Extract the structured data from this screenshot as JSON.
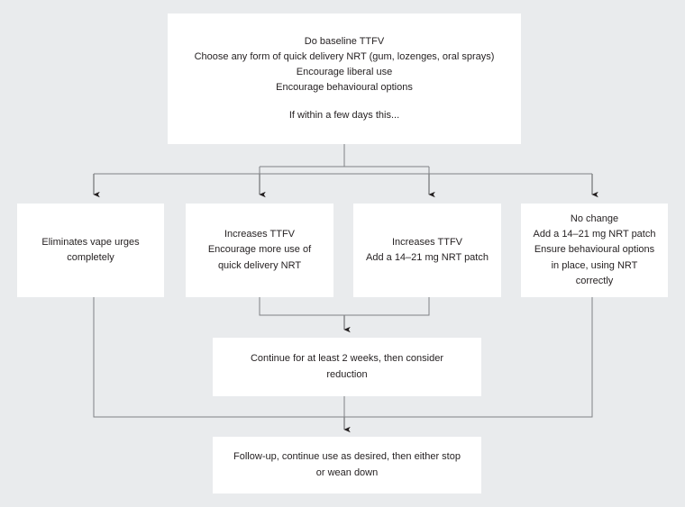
{
  "diagram": {
    "title": "NRT / vaping cessation titration flowchart",
    "background_color": "#e9ebed",
    "node_fill_color": "#ffffff",
    "connector_color": "#808285",
    "text_color": "#231f20",
    "nodes": {
      "baseline": {
        "id": "baseline",
        "lines": [
          "Do baseline TTFV",
          "Choose any form of quick delivery NRT (gum, lozenges, oral sprays)",
          "Encourage liberal use",
          "Encourage behavioural options",
          "",
          "If within a few days this..."
        ]
      },
      "eliminates": {
        "id": "eliminates",
        "lines": [
          "Eliminates vape urges",
          "completely"
        ]
      },
      "increase_more_nrt": {
        "id": "increase-more-nrt",
        "lines": [
          "Increases TTFV",
          "Encourage more use of",
          "quick delivery NRT"
        ]
      },
      "increase_patch": {
        "id": "increase-patch",
        "lines": [
          "Increases TTFV",
          "Add a 14–21 mg NRT patch"
        ]
      },
      "no_change": {
        "id": "no-change",
        "lines": [
          "No change",
          "Add a 14–21 mg NRT patch",
          "Ensure behavioural options",
          "in place, using NRT",
          "correctly"
        ]
      },
      "continue": {
        "id": "continue",
        "lines": [
          "Continue for at least 2 weeks, then consider",
          "reduction"
        ]
      },
      "followup": {
        "id": "followup",
        "lines": [
          "Follow-up, continue use as desired, then either stop",
          "or wean down"
        ]
      }
    },
    "edges": [
      {
        "from": "baseline",
        "to": "eliminates"
      },
      {
        "from": "baseline",
        "to": "increase_more_nrt"
      },
      {
        "from": "baseline",
        "to": "increase_patch"
      },
      {
        "from": "baseline",
        "to": "no_change"
      },
      {
        "from": "increase_more_nrt",
        "to": "continue"
      },
      {
        "from": "increase_patch",
        "to": "continue"
      },
      {
        "from": "continue",
        "to": "followup"
      },
      {
        "from": "eliminates",
        "to": "followup"
      },
      {
        "from": "no_change",
        "to": "followup"
      }
    ]
  }
}
